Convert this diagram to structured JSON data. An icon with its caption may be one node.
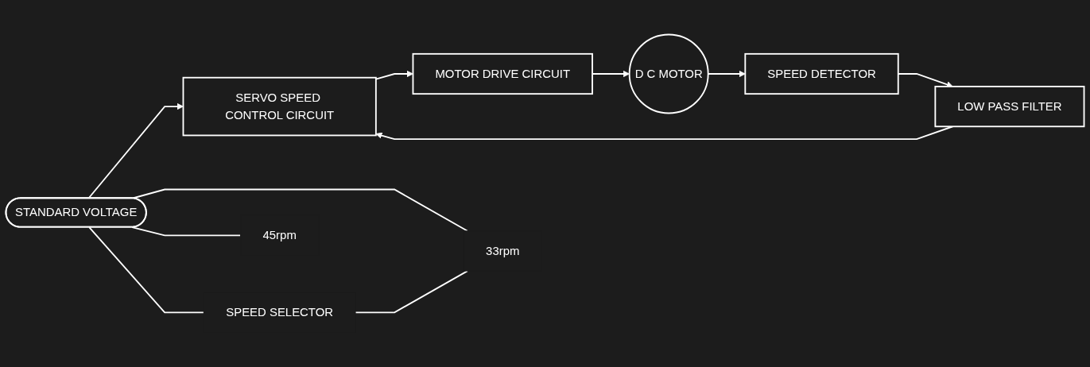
{
  "diagram": {
    "nodes": [
      {
        "text": [
          "STANDARD VOLTAGE"
        ]
      },
      {
        "text": [
          "SERVO SPEED CONTROL CIRCUIT"
        ]
      },
      {
        "text": [
          "MOTOR DRIVE CIRCUIT"
        ]
      },
      {
        "text": [
          "D C MOTOR"
        ]
      },
      {
        "text": [
          "LOW PASS FILTER"
        ]
      },
      {
        "text": [
          "SPEED DETECTOR"
        ]
      },
      {
        "text": [
          "33rpm"
        ]
      },
      {
        "text": [
          "45rpm"
        ]
      },
      {
        "text": [
          "SPEED SELECTOR"
        ]
      }
    ],
    "edges": [
      {
        "from": 0,
        "to": 1,
        "arrow": "to"
      },
      {
        "from": 1,
        "to": 2,
        "arrow": "to"
      },
      {
        "from": 2,
        "to": 3,
        "arrow": "to"
      },
      {
        "from": 3,
        "to": 5,
        "arrow": "to"
      },
      {
        "from": 5,
        "to": 4,
        "arrow": "to"
      },
      {
        "from": 4,
        "to": 1,
        "arrow": "to"
      },
      {
        "from": 0,
        "to": 6,
        "arrow": "none"
      },
      {
        "from": 0,
        "to": 7,
        "arrow": "none"
      },
      {
        "from": 0,
        "to": 8,
        "arrow": "none"
      },
      {
        "from": 8,
        "to": 6,
        "arrow": "none"
      }
    ]
  }
}
